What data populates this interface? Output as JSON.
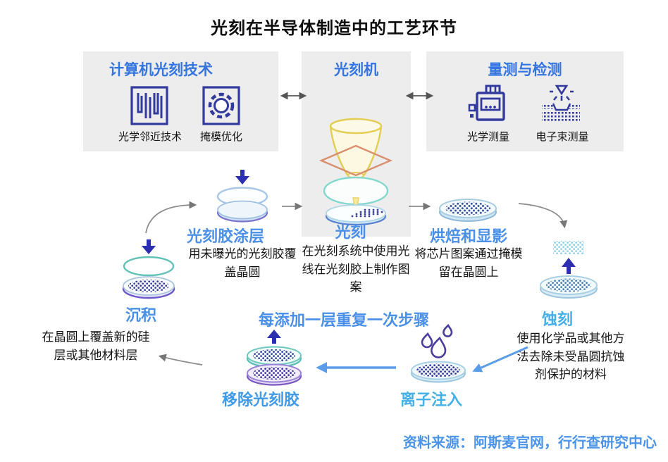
{
  "title": "光刻在半导体制造中的工艺环节",
  "panels": {
    "computational": {
      "title": "计算机光刻技术",
      "items": [
        {
          "label": "光学邻近技术",
          "icon": "maze-pattern-icon"
        },
        {
          "label": "掩模优化",
          "icon": "mask-ring-icon"
        }
      ]
    },
    "scanner": {
      "title": "光刻机",
      "icon": "lithography-scanner-icon"
    },
    "metrology": {
      "title": "量测与检测",
      "items": [
        {
          "label": "光学测量",
          "icon": "optical-metrology-icon"
        },
        {
          "label": "电子束测量",
          "icon": "ebeam-metrology-icon"
        }
      ]
    }
  },
  "steps": {
    "deposition": {
      "label": "沉积",
      "desc": "在晶圆上覆盖新的硅层或其他材料层"
    },
    "resist_coating": {
      "label": "光刻胶涂层",
      "desc": "用未曝光的光刻胶覆盖晶圆"
    },
    "lithography": {
      "label": "光刻",
      "desc": "在光刻系统中使用光线在光刻胶上制作图案"
    },
    "bake_develop": {
      "label": "烘焙和显影",
      "desc": "将芯片图案通过掩模留在晶圆上"
    },
    "etch": {
      "label": "蚀刻",
      "desc": "使用化学品或其他方法去除未受晶圆抗蚀剂保护的材料"
    },
    "ion_implant": {
      "label": "离子注入"
    },
    "remove_resist": {
      "label": "移除光刻胶"
    }
  },
  "loop_label": "每添加一层重复一次步骤",
  "source": "资料来源：阿斯麦官网，行行查研究中心",
  "colors": {
    "header_blue": "#3575e0",
    "step_blue": "#4a90e8",
    "light_step_blue": "#45b0e8",
    "icon_indigo": "#333a9e",
    "panel_gray": "#ededed",
    "arrow_gray": "#8a8a8a",
    "arrow_blue": "#5b9ce8",
    "cone_yellow": "#e3cd52",
    "mask_orange": "#d98e6e",
    "lens_teal": "#82d8cc"
  }
}
